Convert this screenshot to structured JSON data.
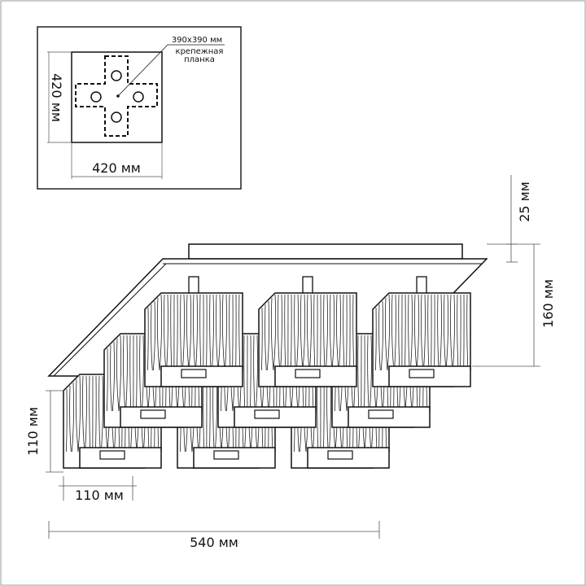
{
  "inset": {
    "plate_size_label": "390x390 мм",
    "plate_caption_line1": "крепежная",
    "plate_caption_line2": "планка",
    "height_label": "420 мм",
    "width_label": "420 мм"
  },
  "dimensions": {
    "plate_thickness": "25 мм",
    "total_height": "160 мм",
    "shade_height": "110 мм",
    "shade_width": "110 мм",
    "total_width": "540 мм"
  }
}
